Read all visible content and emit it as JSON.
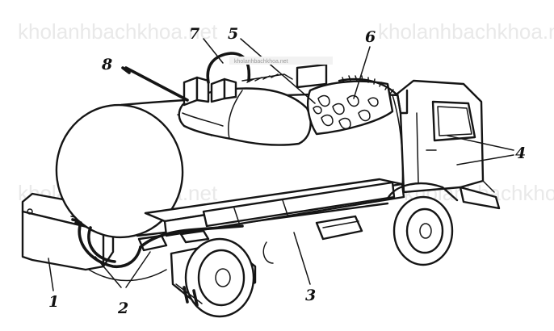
{
  "watermarks": {
    "top_left": "kholanhbachkhoa.net",
    "top_right": "kholanhbachkhoa.net",
    "mid_left": "kholanhbachkhoa.net",
    "mid_right": "kholanhbachkhoa.",
    "center_small": "kholanhbachkhoa.net"
  },
  "callouts": {
    "c1": "1",
    "c2": "2",
    "c3": "3",
    "c4": "4",
    "c5": "5",
    "c6": "6",
    "c7": "7",
    "c8": "8"
  },
  "colors": {
    "ink": "#151515",
    "watermark": "#e9e9e9",
    "background": "#ffffff"
  }
}
